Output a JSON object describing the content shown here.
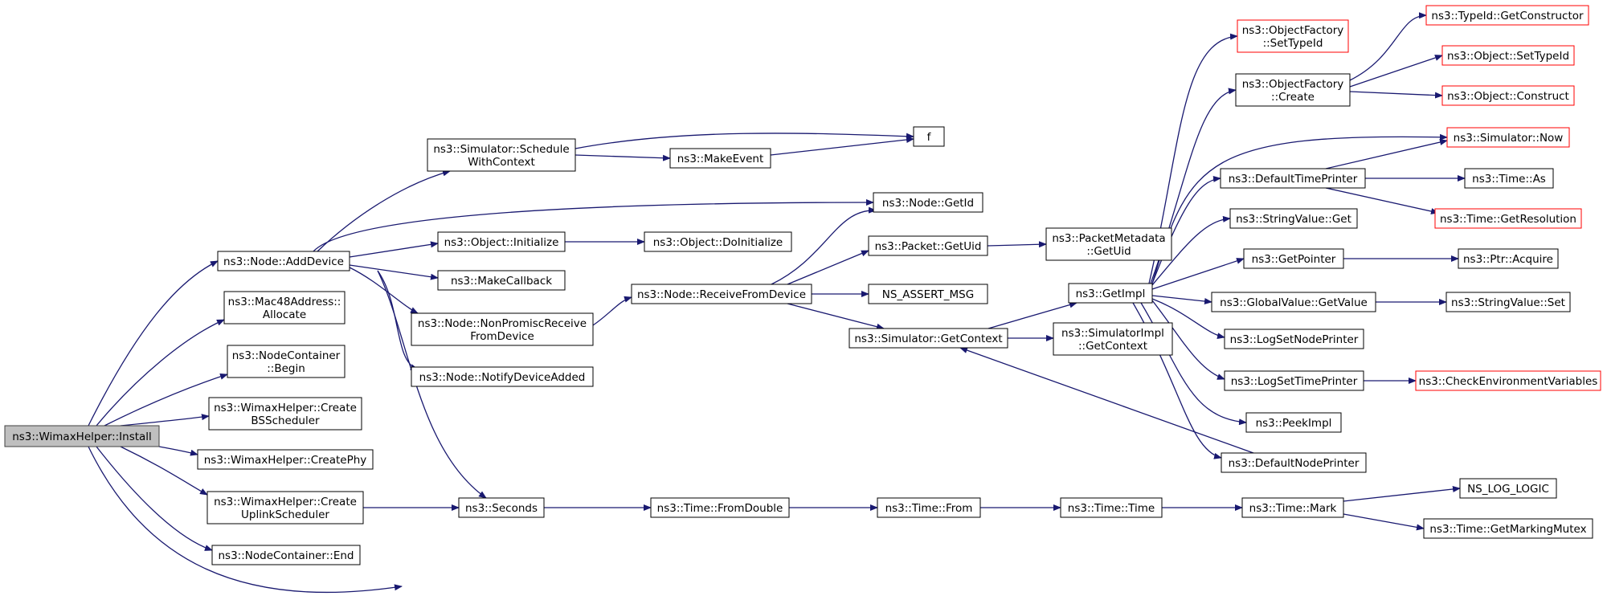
{
  "colors": {
    "edge": "#191970",
    "node_border": "#000000",
    "root_fill": "#bfbfbf",
    "incomplete_border": "#ff0000"
  },
  "nodes": [
    {
      "id": "install",
      "lines": [
        "ns3::WimaxHelper::Install"
      ],
      "style": "root"
    },
    {
      "id": "adddevice",
      "lines": [
        "ns3::Node::AddDevice"
      ]
    },
    {
      "id": "mac48",
      "lines": [
        "ns3::Mac48Address::",
        "Allocate"
      ]
    },
    {
      "id": "ncbegin",
      "lines": [
        "ns3::NodeContainer",
        "::Begin"
      ]
    },
    {
      "id": "createbs",
      "lines": [
        "ns3::WimaxHelper::Create",
        "BSScheduler"
      ]
    },
    {
      "id": "createphy",
      "lines": [
        "ns3::WimaxHelper::CreatePhy"
      ]
    },
    {
      "id": "createul",
      "lines": [
        "ns3::WimaxHelper::Create",
        "UplinkScheduler"
      ]
    },
    {
      "id": "ncend",
      "lines": [
        "ns3::NodeContainer::End"
      ]
    },
    {
      "id": "seconds",
      "lines": [
        "ns3::Seconds"
      ]
    },
    {
      "id": "schedctx",
      "lines": [
        "ns3::Simulator::Schedule",
        "WithContext"
      ]
    },
    {
      "id": "objinit",
      "lines": [
        "ns3::Object::Initialize"
      ]
    },
    {
      "id": "makecb",
      "lines": [
        "ns3::MakeCallback"
      ]
    },
    {
      "id": "nonpromisc",
      "lines": [
        "ns3::Node::NonPromiscReceive",
        "FromDevice"
      ]
    },
    {
      "id": "notify",
      "lines": [
        "ns3::Node::NotifyDeviceAdded"
      ]
    },
    {
      "id": "f",
      "lines": [
        "f"
      ]
    },
    {
      "id": "makeevent",
      "lines": [
        "ns3::MakeEvent"
      ]
    },
    {
      "id": "getid",
      "lines": [
        "ns3::Node::GetId"
      ]
    },
    {
      "id": "doinit",
      "lines": [
        "ns3::Object::DoInitialize"
      ]
    },
    {
      "id": "recvfrom",
      "lines": [
        "ns3::Node::ReceiveFromDevice"
      ]
    },
    {
      "id": "pktuid",
      "lines": [
        "ns3::Packet::GetUid"
      ]
    },
    {
      "id": "nsassert",
      "lines": [
        "NS_ASSERT_MSG"
      ]
    },
    {
      "id": "getctx",
      "lines": [
        "ns3::Simulator::GetContext"
      ]
    },
    {
      "id": "pmuid",
      "lines": [
        "ns3::PacketMetadata",
        "::GetUid"
      ]
    },
    {
      "id": "getimpl",
      "lines": [
        "ns3::GetImpl"
      ]
    },
    {
      "id": "simimplctx",
      "lines": [
        "ns3::SimulatorImpl",
        "::GetContext"
      ]
    },
    {
      "id": "fromdouble",
      "lines": [
        "ns3::Time::FromDouble"
      ]
    },
    {
      "id": "timefrom",
      "lines": [
        "ns3::Time::From"
      ]
    },
    {
      "id": "timetime",
      "lines": [
        "ns3::Time::Time"
      ]
    },
    {
      "id": "timemark",
      "lines": [
        "ns3::Time::Mark"
      ]
    },
    {
      "id": "ofsettype",
      "lines": [
        "ns3::ObjectFactory",
        "::SetTypeId"
      ],
      "style": "red"
    },
    {
      "id": "ofcreate",
      "lines": [
        "ns3::ObjectFactory",
        "::Create"
      ]
    },
    {
      "id": "deftimepr",
      "lines": [
        "ns3::DefaultTimePrinter"
      ]
    },
    {
      "id": "strget",
      "lines": [
        "ns3::StringValue::Get"
      ]
    },
    {
      "id": "getptr",
      "lines": [
        "ns3::GetPointer"
      ]
    },
    {
      "id": "gvget",
      "lines": [
        "ns3::GlobalValue::GetValue"
      ]
    },
    {
      "id": "lognode",
      "lines": [
        "ns3::LogSetNodePrinter"
      ]
    },
    {
      "id": "logtime",
      "lines": [
        "ns3::LogSetTimePrinter"
      ]
    },
    {
      "id": "peek",
      "lines": [
        "ns3::PeekImpl"
      ]
    },
    {
      "id": "defnodepr",
      "lines": [
        "ns3::DefaultNodePrinter"
      ]
    },
    {
      "id": "typector",
      "lines": [
        "ns3::TypeId::GetConstructor"
      ],
      "style": "red"
    },
    {
      "id": "objsettype",
      "lines": [
        "ns3::Object::SetTypeId"
      ],
      "style": "red"
    },
    {
      "id": "objconstruct",
      "lines": [
        "ns3::Object::Construct"
      ],
      "style": "red"
    },
    {
      "id": "simnow",
      "lines": [
        "ns3::Simulator::Now"
      ],
      "style": "red"
    },
    {
      "id": "timeas",
      "lines": [
        "ns3::Time::As"
      ]
    },
    {
      "id": "timeres",
      "lines": [
        "ns3::Time::GetResolution"
      ],
      "style": "red"
    },
    {
      "id": "ptracq",
      "lines": [
        "ns3::Ptr::Acquire"
      ]
    },
    {
      "id": "strset",
      "lines": [
        "ns3::StringValue::Set"
      ]
    },
    {
      "id": "checkenv",
      "lines": [
        "ns3::CheckEnvironmentVariables"
      ],
      "style": "red"
    },
    {
      "id": "nslogic",
      "lines": [
        "NS_LOG_LOGIC"
      ]
    },
    {
      "id": "markmutex",
      "lines": [
        "ns3::Time::GetMarkingMutex"
      ]
    }
  ]
}
